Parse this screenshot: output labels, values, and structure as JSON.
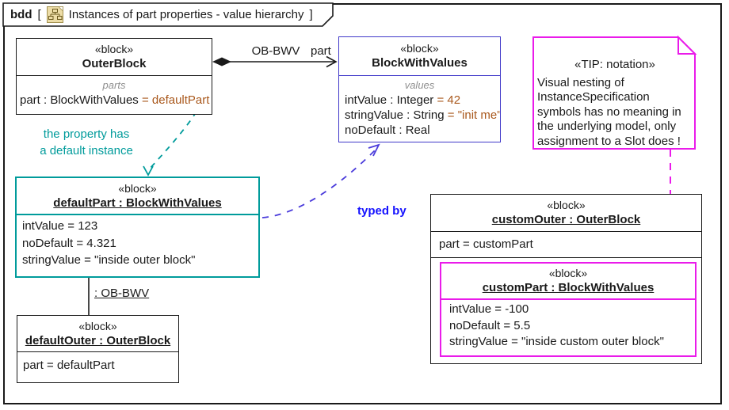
{
  "frame": {
    "keyword": "bdd",
    "bracket_open": "[",
    "bracket_close": "]",
    "title": "Instances of part properties - value hierarchy"
  },
  "colors": {
    "teal": "#009b9b",
    "blue_border": "#4038c9",
    "blue_text": "#1512ff",
    "magenta": "#ea1bea",
    "default_value_brown": "#a9581c",
    "compartment_label_gray": "#909090"
  },
  "blocks": {
    "outer_block": {
      "stereotype": "«block»",
      "name": "OuterBlock",
      "compartment_label": "parts",
      "part_name": "part : BlockWithValues",
      "part_default": "= defaultPart"
    },
    "block_with_values": {
      "stereotype": "«block»",
      "name": "BlockWithValues",
      "compartment_label": "values",
      "values": [
        {
          "name": "intValue : Integer",
          "default": "= 42"
        },
        {
          "name": "stringValue : String",
          "default": "= \"init me\""
        },
        {
          "name": "noDefault : Real",
          "default": ""
        }
      ]
    },
    "default_part": {
      "stereotype": "«block»",
      "name": "defaultPart : BlockWithValues",
      "slots": [
        "intValue = 123",
        "noDefault = 4.321",
        "stringValue = \"inside outer block\""
      ]
    },
    "default_outer": {
      "stereotype": "«block»",
      "name": "defaultOuter : OuterBlock",
      "slots": [
        "part = defaultPart"
      ]
    },
    "custom_outer": {
      "stereotype": "«block»",
      "name": "customOuter : OuterBlock",
      "slots": [
        "part = customPart"
      ]
    },
    "custom_part": {
      "stereotype": "«block»",
      "name": "customPart : BlockWithValues",
      "slots": [
        "intValue = -100",
        "noDefault = 5.5",
        "stringValue = \"inside custom outer block\""
      ]
    }
  },
  "note": {
    "stereotype": "«TIP: notation»",
    "text": "Visual nesting of\nInstanceSpecification\nsymbols has no meaning in\nthe underlying model, only\nassignment to a Slot does !"
  },
  "labels": {
    "association_name": "OB-BWV",
    "association_end": "part",
    "instance_link": ": OB-BWV",
    "typed_by": "typed by",
    "default_instance_note": "the property has\na default instance"
  }
}
